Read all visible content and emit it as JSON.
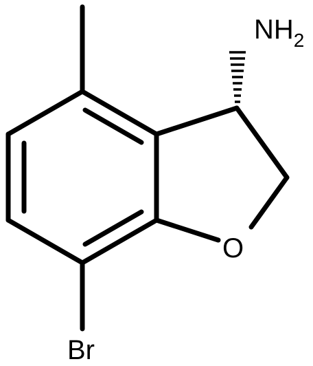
{
  "diagram": {
    "type": "chemical-structure",
    "atoms": {
      "amine": {
        "symbol": "N",
        "main": "NH",
        "subscript": "2"
      },
      "oxygen": {
        "symbol": "O",
        "main": "O"
      },
      "bromine": {
        "symbol": "Br",
        "main": "Br"
      }
    },
    "colors": {
      "bonds": "#000000",
      "labels": "#000000",
      "background": "#ffffff"
    }
  }
}
